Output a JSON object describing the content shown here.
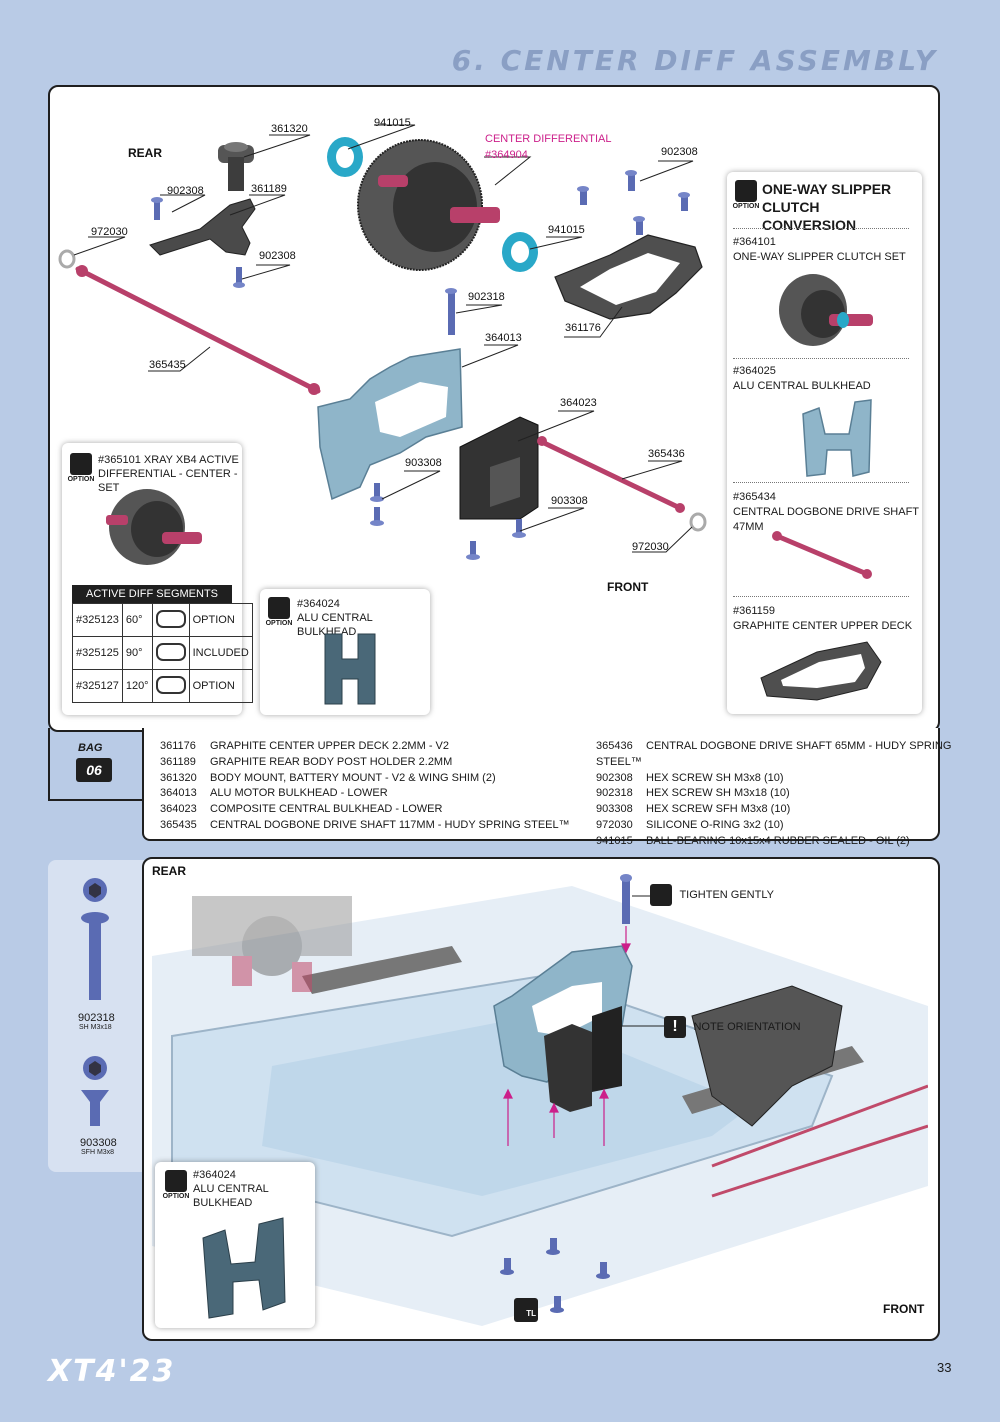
{
  "header": {
    "title": "6. CENTER DIFF ASSEMBLY"
  },
  "top_panel": {
    "rear": "REAR",
    "front": "FRONT",
    "highlight_label_1": "CENTER DIFFERENTIAL",
    "highlight_label_2": "#364904",
    "part_numbers": {
      "p361320": "361320",
      "p941015a": "941015",
      "p902308a": "902308",
      "p361189": "361189",
      "p902308b": "902308",
      "p972030a": "972030",
      "p902308c": "902308",
      "p941015b": "941015",
      "p902318": "902318",
      "p361176": "361176",
      "p364013": "364013",
      "p365435": "365435",
      "p364023": "364023",
      "p365436": "365436",
      "p903308a": "903308",
      "p903308b": "903308",
      "p972030b": "972030"
    }
  },
  "option_active_diff": {
    "title_1": "#365101 XRAY XB4 ACTIVE",
    "title_2": "DIFFERENTIAL - CENTER - SET",
    "option": "OPTION",
    "table_header": "ACTIVE DIFF SEGMENTS",
    "rows": [
      {
        "part": "#325123",
        "angle": "60°",
        "status": "OPTION"
      },
      {
        "part": "#325125",
        "angle": "90°",
        "status": "INCLUDED"
      },
      {
        "part": "#325127",
        "angle": "120°",
        "status": "OPTION"
      }
    ]
  },
  "option_bulkhead_top": {
    "part": "#364024",
    "name": "ALU CENTRAL BULKHEAD",
    "option": "OPTION"
  },
  "option_column": {
    "title_1": "ONE-WAY SLIPPER CLUTCH",
    "title_2": "CONVERSION",
    "option": "OPTION",
    "items": [
      {
        "part": "#364101",
        "name": "ONE-WAY SLIPPER CLUTCH SET"
      },
      {
        "part": "#364025",
        "name": "ALU CENTRAL BULKHEAD"
      },
      {
        "part": "#365434",
        "name": "CENTRAL DOGBONE DRIVE SHAFT 47MM"
      },
      {
        "part": "#361159",
        "name": "GRAPHITE CENTER UPPER DECK"
      }
    ]
  },
  "bag": {
    "label": "BAG",
    "number": "06"
  },
  "parts_list": {
    "left": [
      {
        "no": "361176",
        "desc": "GRAPHITE CENTER UPPER DECK 2.2MM - V2"
      },
      {
        "no": "361189",
        "desc": "GRAPHITE REAR BODY POST HOLDER 2.2MM"
      },
      {
        "no": "361320",
        "desc": "BODY MOUNT, BATTERY MOUNT - V2 & WING SHIM (2)"
      },
      {
        "no": "364013",
        "desc": "ALU MOTOR BULKHEAD - LOWER"
      },
      {
        "no": "364023",
        "desc": "COMPOSITE CENTRAL BULKHEAD - LOWER"
      },
      {
        "no": "365435",
        "desc": "CENTRAL DOGBONE DRIVE SHAFT 117MM - HUDY SPRING STEEL™"
      }
    ],
    "right": [
      {
        "no": "365436",
        "desc": "CENTRAL DOGBONE DRIVE SHAFT 65MM - HUDY SPRING STEEL™"
      },
      {
        "no": "902308",
        "desc": "HEX SCREW  SH M3x8  (10)"
      },
      {
        "no": "902318",
        "desc": "HEX SCREW  SH M3x18  (10)"
      },
      {
        "no": "903308",
        "desc": "HEX SCREW  SFH M3x8  (10)"
      },
      {
        "no": "972030",
        "desc": "SILICONE O-RING 3x2  (10)"
      },
      {
        "no": "941015",
        "desc": "BALL-BEARING 10x15x4 RUBBER SEALED - OIL (2)"
      }
    ]
  },
  "screws": [
    {
      "no": "902318",
      "spec": "SH M3x18"
    },
    {
      "no": "903308",
      "spec": "SFH M3x8"
    }
  ],
  "bottom_panel": {
    "rear": "REAR",
    "front": "FRONT",
    "tighten": "TIGHTEN GENTLY",
    "orientation": "NOTE ORIENTATION",
    "tl": "TL"
  },
  "option_bulkhead_bottom": {
    "part": "#364024",
    "name": "ALU CENTRAL BULKHEAD",
    "option": "OPTION"
  },
  "footer": {
    "logo": "XT4'23",
    "page_number": "33"
  },
  "colors": {
    "page_bg": "#b9cbe6",
    "title": "#8a9fc4",
    "highlight": "#cc1f8a",
    "bulkhead": "#8fb5c9",
    "shaft": "#b8406a",
    "screw": "#5a6bb3"
  }
}
